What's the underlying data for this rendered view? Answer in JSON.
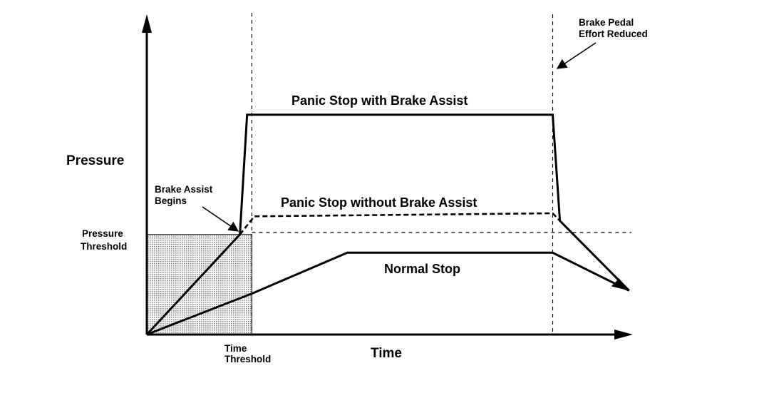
{
  "chart_data": {
    "type": "line",
    "xlabel": "Time",
    "ylabel": "Pressure",
    "x_threshold_label": [
      "Time",
      "Threshold"
    ],
    "y_threshold_label": [
      "Pressure",
      "Threshold"
    ],
    "xlim": [
      0,
      10
    ],
    "ylim": [
      0,
      10
    ],
    "time_threshold": 2.2,
    "pressure_threshold": 3.3,
    "pedal_release_time": 8.5,
    "series": [
      {
        "name": "Panic Stop with Brake Assist",
        "style": "solid",
        "x": [
          0,
          1.95,
          2.1,
          8.5,
          8.65,
          10.1
        ],
        "y": [
          0,
          3.3,
          7.25,
          7.25,
          3.75,
          1.45
        ]
      },
      {
        "name": "Panic Stop without Brake Assist",
        "style": "dashed",
        "x": [
          1.95,
          2.25,
          8.5,
          8.65
        ],
        "y": [
          3.3,
          3.9,
          4.0,
          3.75
        ]
      },
      {
        "name": "Normal Stop",
        "style": "solid",
        "x": [
          0,
          2.2,
          4.2,
          8.5,
          10.1
        ],
        "y": [
          0,
          1.35,
          2.7,
          2.7,
          1.45
        ]
      }
    ],
    "annotations": {
      "brake_assist_begins": [
        "Brake Assist",
        "Begins"
      ],
      "pedal_effort_reduced": [
        "Brake Pedal",
        "Effort Reduced"
      ]
    },
    "grid": false,
    "legend": "none"
  },
  "colors": {
    "ink": "#000000",
    "shade": "#c8c8c8",
    "background": "#ffffff"
  }
}
